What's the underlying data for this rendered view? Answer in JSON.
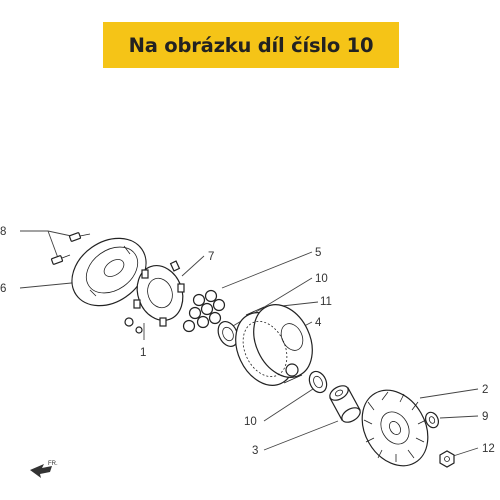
{
  "banner": {
    "text": "Na obrázku díl číslo 10",
    "bg_color": "#f5c417"
  },
  "callouts": [
    {
      "id": "8",
      "text": "8"
    },
    {
      "id": "7",
      "text": "7"
    },
    {
      "id": "5",
      "text": "5"
    },
    {
      "id": "10a",
      "text": "10"
    },
    {
      "id": "11",
      "text": "11"
    },
    {
      "id": "6",
      "text": "6"
    },
    {
      "id": "4",
      "text": "4"
    },
    {
      "id": "1",
      "text": "1"
    },
    {
      "id": "2",
      "text": "2"
    },
    {
      "id": "9",
      "text": "9"
    },
    {
      "id": "10b",
      "text": "10"
    },
    {
      "id": "3",
      "text": "3"
    },
    {
      "id": "12",
      "text": "12"
    },
    {
      "id": "fr",
      "text": "FR."
    }
  ]
}
